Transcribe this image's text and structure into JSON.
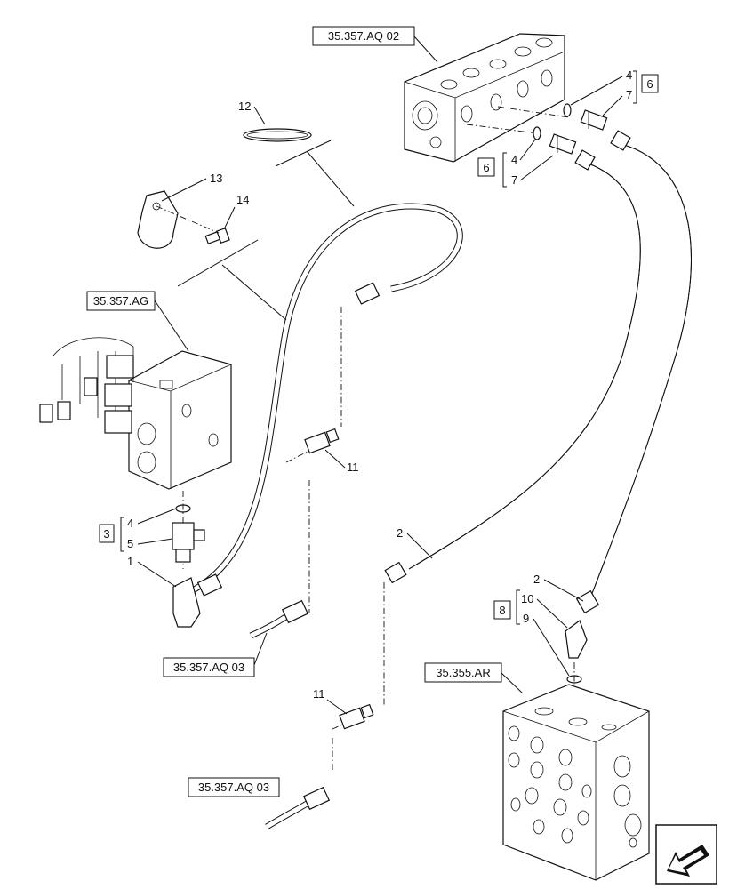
{
  "references": {
    "aq02_top": "35.357.AQ 02",
    "ag": "35.357.AG",
    "aq03_mid": "35.357.AQ 03",
    "aq03_bottom": "35.357.AQ 03",
    "ar": "35.355.AR"
  },
  "groups": {
    "g6_top": "6",
    "g6_mid": "6",
    "g3": "3",
    "g8": "8"
  },
  "callouts": {
    "c12": "12",
    "c13": "13",
    "c14": "14",
    "c4_top": "4",
    "c7_top": "7",
    "c4_mid": "4",
    "c7_mid": "7",
    "c4_left": "4",
    "c5_left": "5",
    "c1_left": "1",
    "c11_mid": "11",
    "c11_bottom": "11",
    "c2_center": "2",
    "c2_right": "2",
    "c10": "10",
    "c9": "9"
  },
  "icons": {
    "nav": "arrow-left-down-icon"
  }
}
